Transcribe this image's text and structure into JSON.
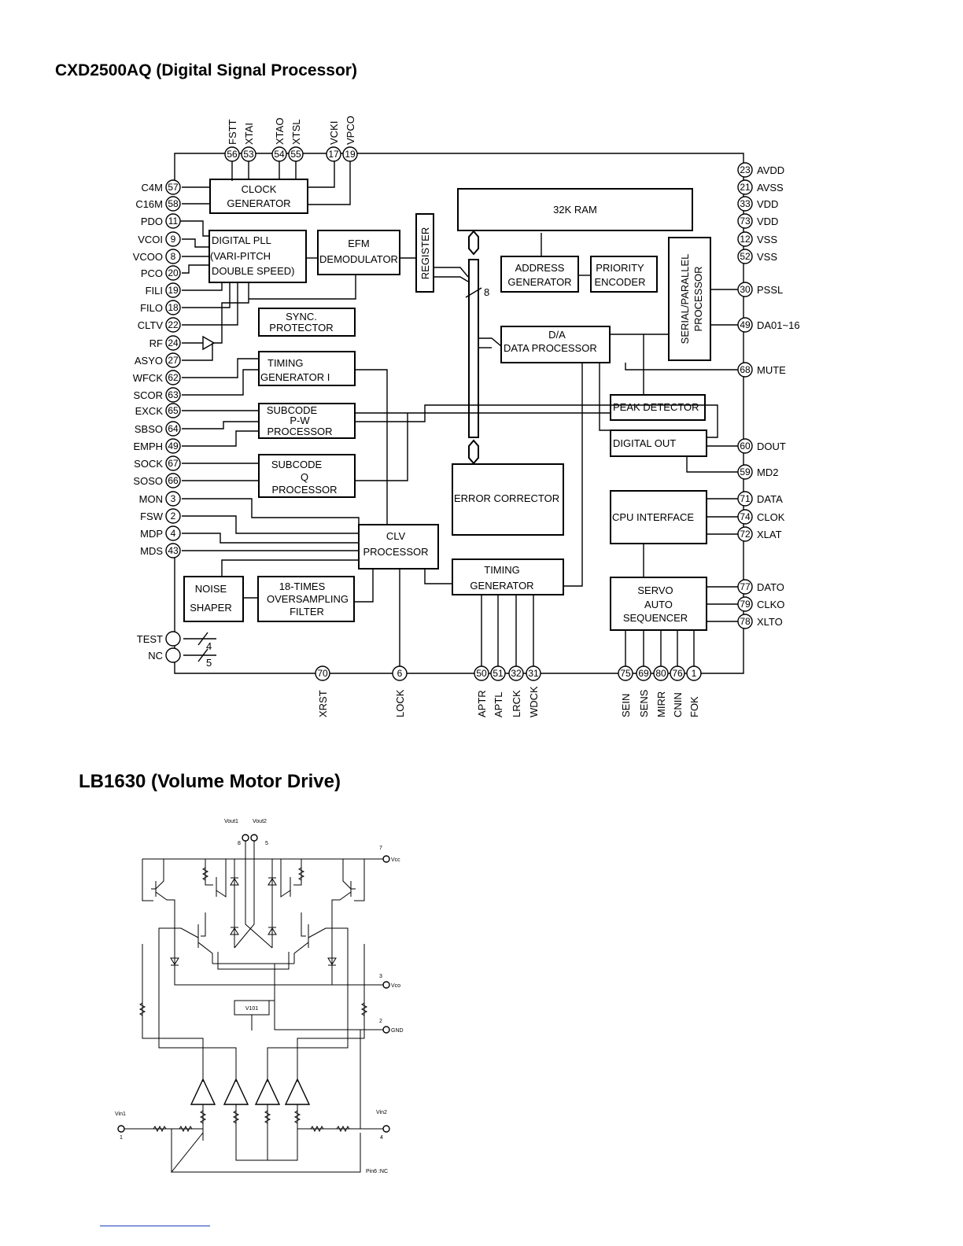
{
  "titles": {
    "dsp": "CXD2500AQ (Digital Signal Processor)",
    "motor": "LB1630 (Volume Motor Drive)"
  },
  "dsp": {
    "blocks": {
      "clock_gen": [
        "CLOCK",
        "GENERATOR"
      ],
      "digital_pll": [
        "DIGITAL PLL",
        "(VARI-PITCH",
        "DOUBLE SPEED)"
      ],
      "efm": [
        "EFM",
        "DEMODULATOR"
      ],
      "register": "REGISTER",
      "ram": "32K RAM",
      "address_gen": [
        "ADDRESS",
        "GENERATOR"
      ],
      "priority_enc": [
        "PRIORITY",
        "ENCODER"
      ],
      "serial_parallel": [
        "SERIAL/PARALLEL",
        "PROCESSOR"
      ],
      "sync_prot": [
        "SYNC.",
        "PROTECTOR"
      ],
      "timing_gen1": [
        "TIMING",
        "GENERATOR  I"
      ],
      "subcode_pw": [
        "SUBCODE",
        "P-W",
        "PROCESSOR"
      ],
      "subcode_q": [
        "SUBCODE",
        "Q",
        "PROCESSOR"
      ],
      "da_proc": [
        "D/A",
        "DATA PROCESSOR"
      ],
      "peak_det": "PEAK DETECTOR",
      "digital_out": "DIGITAL  OUT",
      "error_corr": "ERROR  CORRECTOR",
      "cpu_if": "CPU INTERFACE",
      "clv_proc": [
        "CLV",
        "PROCESSOR"
      ],
      "timing_gen": [
        "TIMING",
        "GENERATOR"
      ],
      "servo": [
        "SERVO",
        "AUTO",
        "SEQUENCER"
      ],
      "noise_shaper": [
        "NOISE",
        "SHAPER"
      ],
      "oversampling": [
        "18-TIMES",
        "OVERSAMPLING",
        "FILTER"
      ]
    },
    "bus_width": "8",
    "test_bus": [
      "4",
      "5"
    ],
    "pins_top": [
      {
        "num": "56",
        "label": "FSTT"
      },
      {
        "num": "53",
        "label": "XTAI"
      },
      {
        "num": "54",
        "label": "XTAO"
      },
      {
        "num": "55",
        "label": "XTSL"
      },
      {
        "num": "17",
        "label": "VCKI"
      },
      {
        "num": "19",
        "label": "VPCO"
      }
    ],
    "pins_left": [
      {
        "num": "57",
        "label": "C4M"
      },
      {
        "num": "58",
        "label": "C16M"
      },
      {
        "num": "11",
        "label": "PDO"
      },
      {
        "num": "9",
        "label": "VCOI"
      },
      {
        "num": "8",
        "label": "VCOO"
      },
      {
        "num": "20",
        "label": "PCO"
      },
      {
        "num": "19",
        "label": "FILI"
      },
      {
        "num": "18",
        "label": "FILO"
      },
      {
        "num": "22",
        "label": "CLTV"
      },
      {
        "num": "24",
        "label": "RF"
      },
      {
        "num": "27",
        "label": "ASYO"
      },
      {
        "num": "62",
        "label": "WFCK"
      },
      {
        "num": "63",
        "label": "SCOR"
      },
      {
        "num": "65",
        "label": "EXCK"
      },
      {
        "num": "64",
        "label": "SBSO"
      },
      {
        "num": "49",
        "label": "EMPH"
      },
      {
        "num": "67",
        "label": "SOCK"
      },
      {
        "num": "66",
        "label": "SOSO"
      },
      {
        "num": "3",
        "label": "MON"
      },
      {
        "num": "2",
        "label": "FSW"
      },
      {
        "num": "4",
        "label": "MDP"
      },
      {
        "num": "43",
        "label": "MDS"
      },
      {
        "num": "",
        "label": "TEST"
      },
      {
        "num": "",
        "label": "NC"
      }
    ],
    "pins_right": [
      {
        "num": "23",
        "label": "AVDD"
      },
      {
        "num": "21",
        "label": "AVSS"
      },
      {
        "num": "33",
        "label": "VDD"
      },
      {
        "num": "73",
        "label": "VDD"
      },
      {
        "num": "12",
        "label": "VSS"
      },
      {
        "num": "52",
        "label": "VSS"
      },
      {
        "num": "30",
        "label": "PSSL"
      },
      {
        "num": "49",
        "label": "DA01~16"
      },
      {
        "num": "68",
        "label": "MUTE"
      },
      {
        "num": "60",
        "label": "DOUT"
      },
      {
        "num": "59",
        "label": "MD2"
      },
      {
        "num": "71",
        "label": "DATA"
      },
      {
        "num": "74",
        "label": "CLOK"
      },
      {
        "num": "72",
        "label": "XLAT"
      },
      {
        "num": "77",
        "label": "DATO"
      },
      {
        "num": "79",
        "label": "CLKO"
      },
      {
        "num": "78",
        "label": "XLTO"
      }
    ],
    "pins_bottom": [
      {
        "num": "70",
        "label": "XRST"
      },
      {
        "num": "6",
        "label": "LOCK"
      },
      {
        "num": "50",
        "label": "APTR"
      },
      {
        "num": "51",
        "label": "APTL"
      },
      {
        "num": "32",
        "label": "LRCK"
      },
      {
        "num": "31",
        "label": "WDCK"
      },
      {
        "num": "75",
        "label": "SEIN"
      },
      {
        "num": "69",
        "label": "SENS"
      },
      {
        "num": "80",
        "label": "MIRR"
      },
      {
        "num": "76",
        "label": "CNIN"
      },
      {
        "num": "1",
        "label": "FOK"
      }
    ]
  },
  "motor": {
    "vout1": "Vout1",
    "vout2": "Vout2",
    "pin8": "8",
    "pin5": "5",
    "pin7": "7",
    "vcc": "Vcc",
    "pin3": "3",
    "vco": "Vco",
    "pin2": "2",
    "gnd": "GND",
    "v101": "V101",
    "vin1": "Vin1",
    "pin1": "1",
    "vin2": "Vin2",
    "pin4": "4",
    "note": "Pin6 :NC"
  }
}
